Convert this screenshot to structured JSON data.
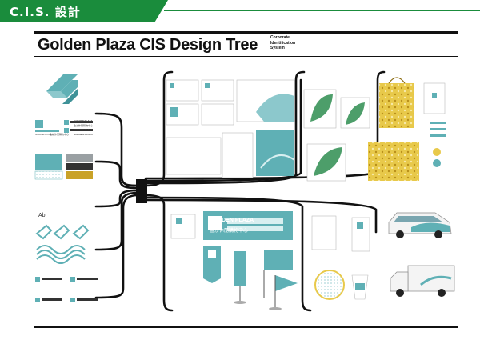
{
  "header": {
    "label": "C.I.S. 設計"
  },
  "title": "Golden Plaza CIS Design Tree",
  "subtitle": [
    "Corporate",
    "Identification",
    "System"
  ],
  "brand": {
    "name_en": "GOLDEN PLAZA",
    "name_zh": "金沙休閒購物中心",
    "ab": "Ab"
  },
  "colors": {
    "teal": "#5fb0b5",
    "teal_dark": "#3f9298",
    "gold": "#c9a227",
    "header_green": "#1a8c3c",
    "line": "#111111"
  },
  "icons": [
    "logo-g-icon",
    "leaf-icon",
    "car-icon",
    "flag-icon",
    "cup-icon"
  ]
}
